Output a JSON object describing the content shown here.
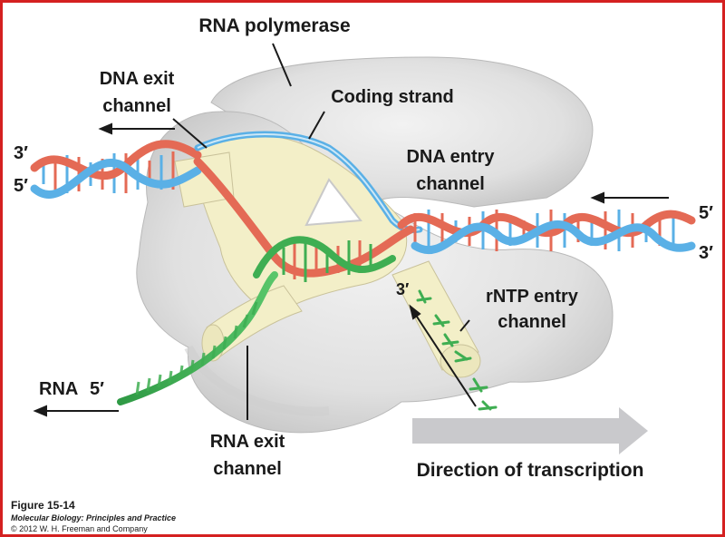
{
  "labels": {
    "rna_polymerase": "RNA polymerase",
    "dna_exit_line1": "DNA exit",
    "dna_exit_line2": "channel",
    "coding_strand": "Coding strand",
    "dna_entry_line1": "DNA entry",
    "dna_entry_line2": "channel",
    "left_top_end": "3′",
    "left_bottom_end": "5′",
    "right_top_end": "5′",
    "right_bottom_end": "3′",
    "rna_3prime": "3′",
    "rntp_line1": "rNTP entry",
    "rntp_line2": "channel",
    "rna": "RNA",
    "rna_5prime": "5′",
    "rna_exit_line1": "RNA exit",
    "rna_exit_line2": "channel",
    "direction": "Direction of transcription"
  },
  "caption": {
    "figure": "Figure 15-14",
    "book": "Molecular Biology: Principles and Practice",
    "copyright": "© 2012 W. H. Freeman and Company"
  },
  "colors": {
    "frame": "#d42020",
    "enzyme": "#e2e2e2",
    "enzyme_shadow": "#bdbdbd",
    "channel": "#f3efc8",
    "template_strand": "#e46a55",
    "coding_strand": "#5ab0e6",
    "rna": "#3fae52",
    "arrow_gray": "#c9c9cc"
  }
}
